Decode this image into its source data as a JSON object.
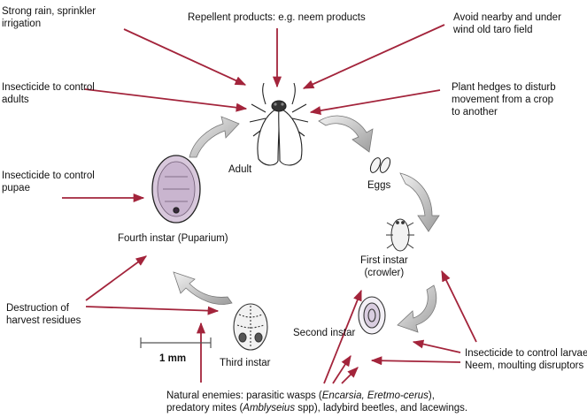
{
  "labels": {
    "rain": "Strong rain, sprinkler\nirrigation",
    "repellent": "Repellent products: e.g. neem products",
    "avoid": "Avoid nearby and under\nwind old taro field",
    "insecticide_adults": "Insecticide to control\nadults",
    "hedges": "Plant hedges to disturb\nmovement from a crop\nto another",
    "insecticide_pupae": "Insecticide to control\npupae",
    "destruction": "Destruction of\nharvest residues",
    "insecticide_larvae": "Insecticide to control larvae:\nNeem, moulting disruptors",
    "natural_enemies_line1_a": "Natural enemies: parasitic wasps (",
    "natural_enemies_line1_b": "Encarsia, Eretmo-cerus",
    "natural_enemies_line1_c": "),",
    "natural_enemies_line2_a": "predatory mites (",
    "natural_enemies_line2_b": "Amblyseius",
    "natural_enemies_line2_c": " spp), ladybird beetles, and lacewings."
  },
  "stages": {
    "adult": "Adult",
    "eggs": "Eggs",
    "first_instar": "First instar\n(crowler)",
    "second_instar": "Second instar",
    "third_instar": "Third instar",
    "fourth_instar": "Fourth instar (Puparium)"
  },
  "scale_bar": "1 mm",
  "colors": {
    "arrow": "#a3243b",
    "cycle_arrow": "#c8c8c8",
    "puparium": "#d8c8dc"
  }
}
